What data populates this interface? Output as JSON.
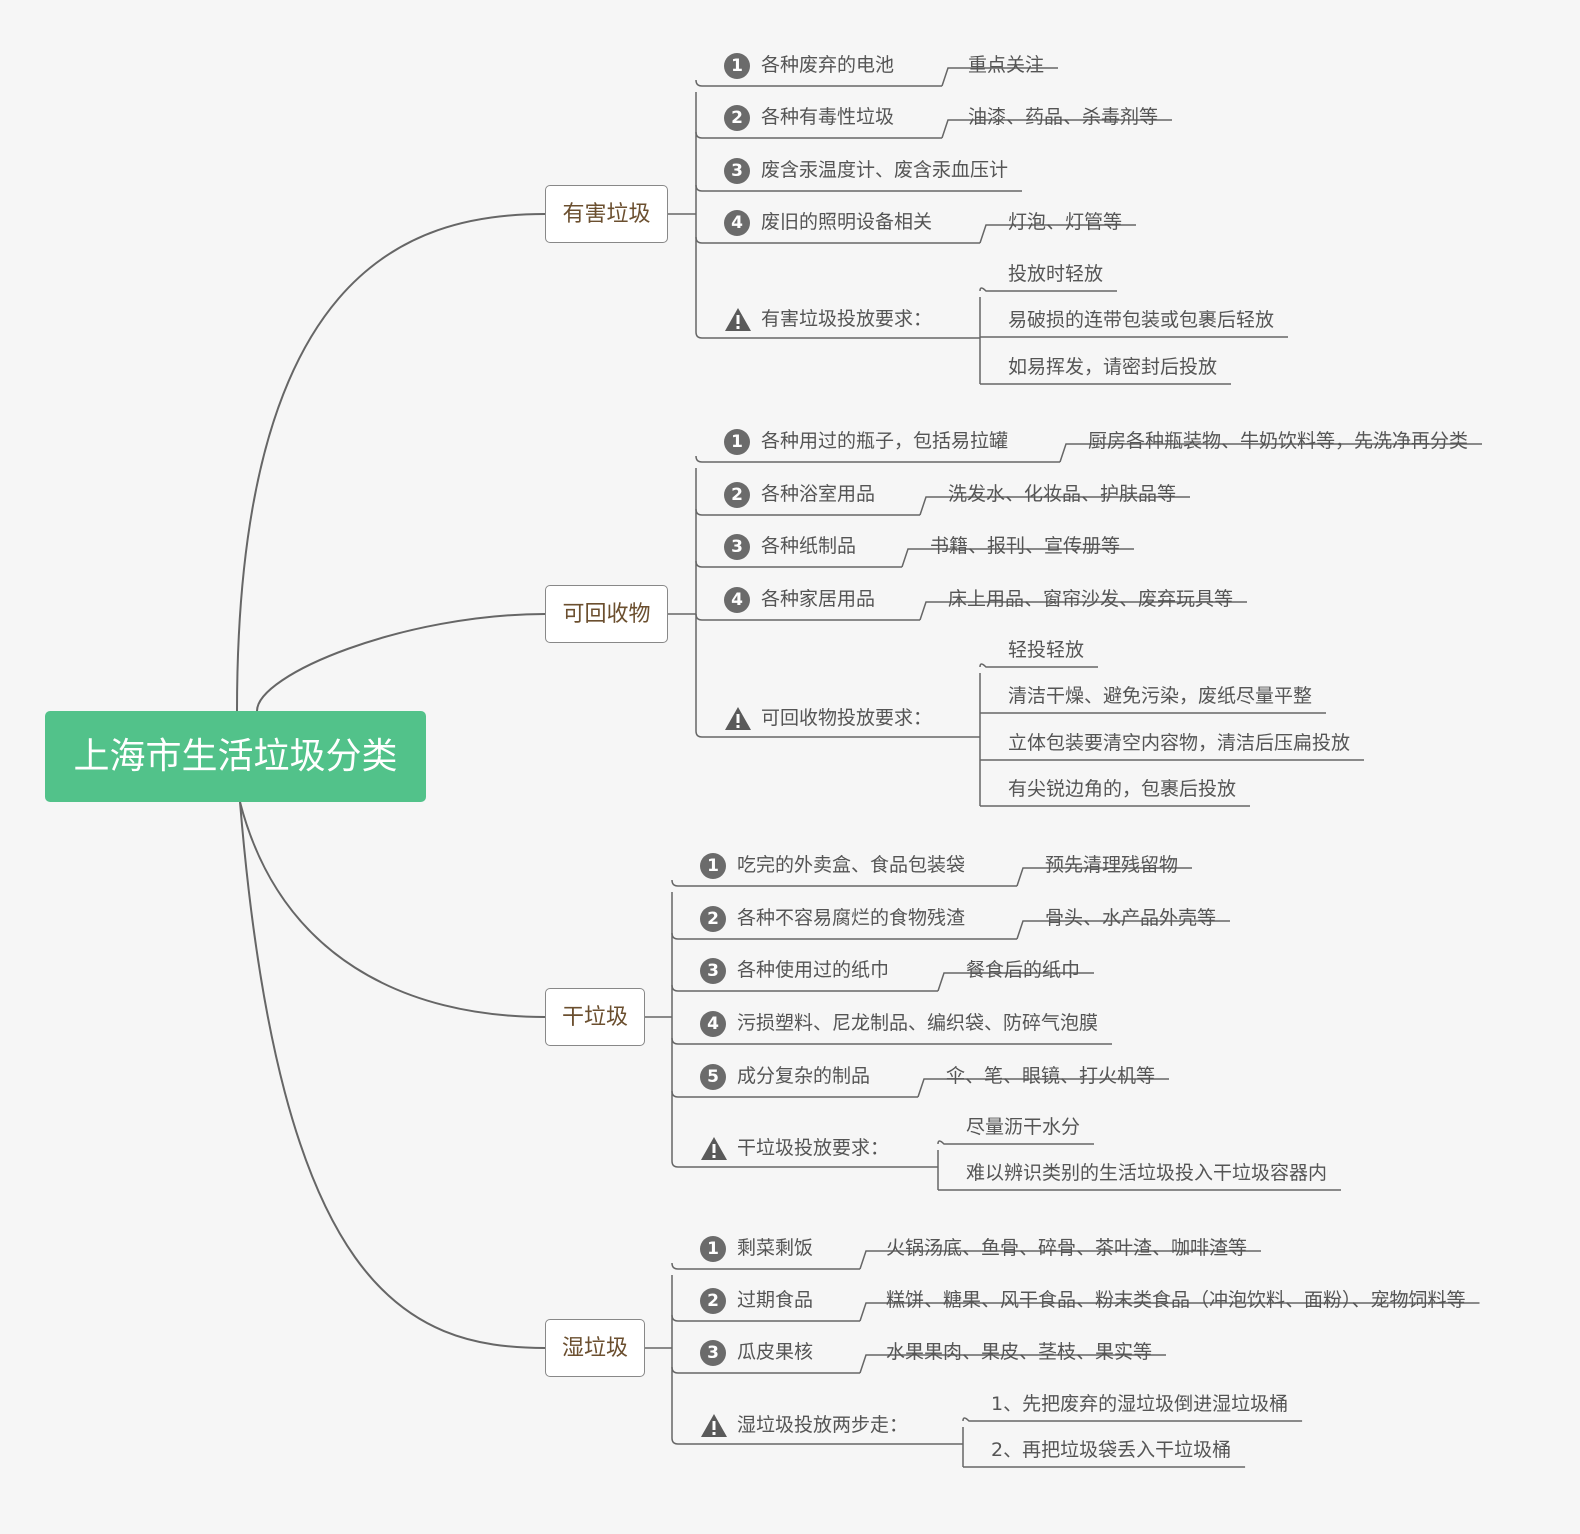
{
  "root": {
    "title": "上海市生活垃圾分类"
  },
  "colors": {
    "root": "#52c28a",
    "line": "#666666",
    "badge": "#6b6b6b",
    "background": "#f6f6f6"
  },
  "categories": [
    {
      "name": "有害垃圾",
      "items": [
        {
          "marker": "1",
          "text": "各种废弃的电池",
          "detail": "重点关注"
        },
        {
          "marker": "2",
          "text": "各种有毒性垃圾",
          "detail": "油漆、药品、杀毒剂等"
        },
        {
          "marker": "3",
          "text": "废含汞温度计、废含汞血压计",
          "detail": ""
        },
        {
          "marker": "4",
          "text": "废旧的照明设备相关",
          "detail": "灯泡、灯管等"
        }
      ],
      "requirement": {
        "title": "有害垃圾投放要求：",
        "points": [
          "投放时轻放",
          "易破损的连带包装或包裹后轻放",
          "如易挥发，请密封后投放"
        ]
      }
    },
    {
      "name": "可回收物",
      "items": [
        {
          "marker": "1",
          "text": "各种用过的瓶子，包括易拉罐",
          "detail": "厨房各种瓶装物、牛奶饮料等，先洗净再分类"
        },
        {
          "marker": "2",
          "text": "各种浴室用品",
          "detail": "洗发水、化妆品、护肤品等"
        },
        {
          "marker": "3",
          "text": "各种纸制品",
          "detail": "书籍、报刊、宣传册等"
        },
        {
          "marker": "4",
          "text": "各种家居用品",
          "detail": "床上用品、窗帘沙发、废弃玩具等"
        }
      ],
      "requirement": {
        "title": "可回收物投放要求：",
        "points": [
          "轻投轻放",
          "清洁干燥、避免污染，废纸尽量平整",
          "立体包装要清空内容物，清洁后压扁投放",
          "有尖锐边角的，包裹后投放"
        ]
      }
    },
    {
      "name": "干垃圾",
      "items": [
        {
          "marker": "1",
          "text": "吃完的外卖盒、食品包装袋",
          "detail": "预先清理残留物"
        },
        {
          "marker": "2",
          "text": "各种不容易腐烂的食物残渣",
          "detail": "骨头、水产品外壳等"
        },
        {
          "marker": "3",
          "text": "各种使用过的纸巾",
          "detail": "餐食后的纸巾"
        },
        {
          "marker": "4",
          "text": "污损塑料、尼龙制品、编织袋、防碎气泡膜",
          "detail": ""
        },
        {
          "marker": "5",
          "text": "成分复杂的制品",
          "detail": "伞、笔、眼镜、打火机等"
        }
      ],
      "requirement": {
        "title": "干垃圾投放要求：",
        "points": [
          "尽量沥干水分",
          "难以辨识类别的生活垃圾投入干垃圾容器内"
        ]
      }
    },
    {
      "name": "湿垃圾",
      "items": [
        {
          "marker": "1",
          "text": "剩菜剩饭",
          "detail": "火锅汤底、鱼骨、碎骨、茶叶渣、咖啡渣等"
        },
        {
          "marker": "2",
          "text": "过期食品",
          "detail": "糕饼、糖果、风干食品、粉末类食品（冲泡饮料、面粉）、宠物饲料等"
        },
        {
          "marker": "3",
          "text": "瓜皮果核",
          "detail": "水果果肉、果皮、茎枝、果实等"
        }
      ],
      "requirement": {
        "title": "湿垃圾投放两步走：",
        "points": [
          "1、先把废弃的湿垃圾倒进湿垃圾桶",
          "2、再把垃圾袋丢入干垃圾桶"
        ]
      }
    }
  ]
}
